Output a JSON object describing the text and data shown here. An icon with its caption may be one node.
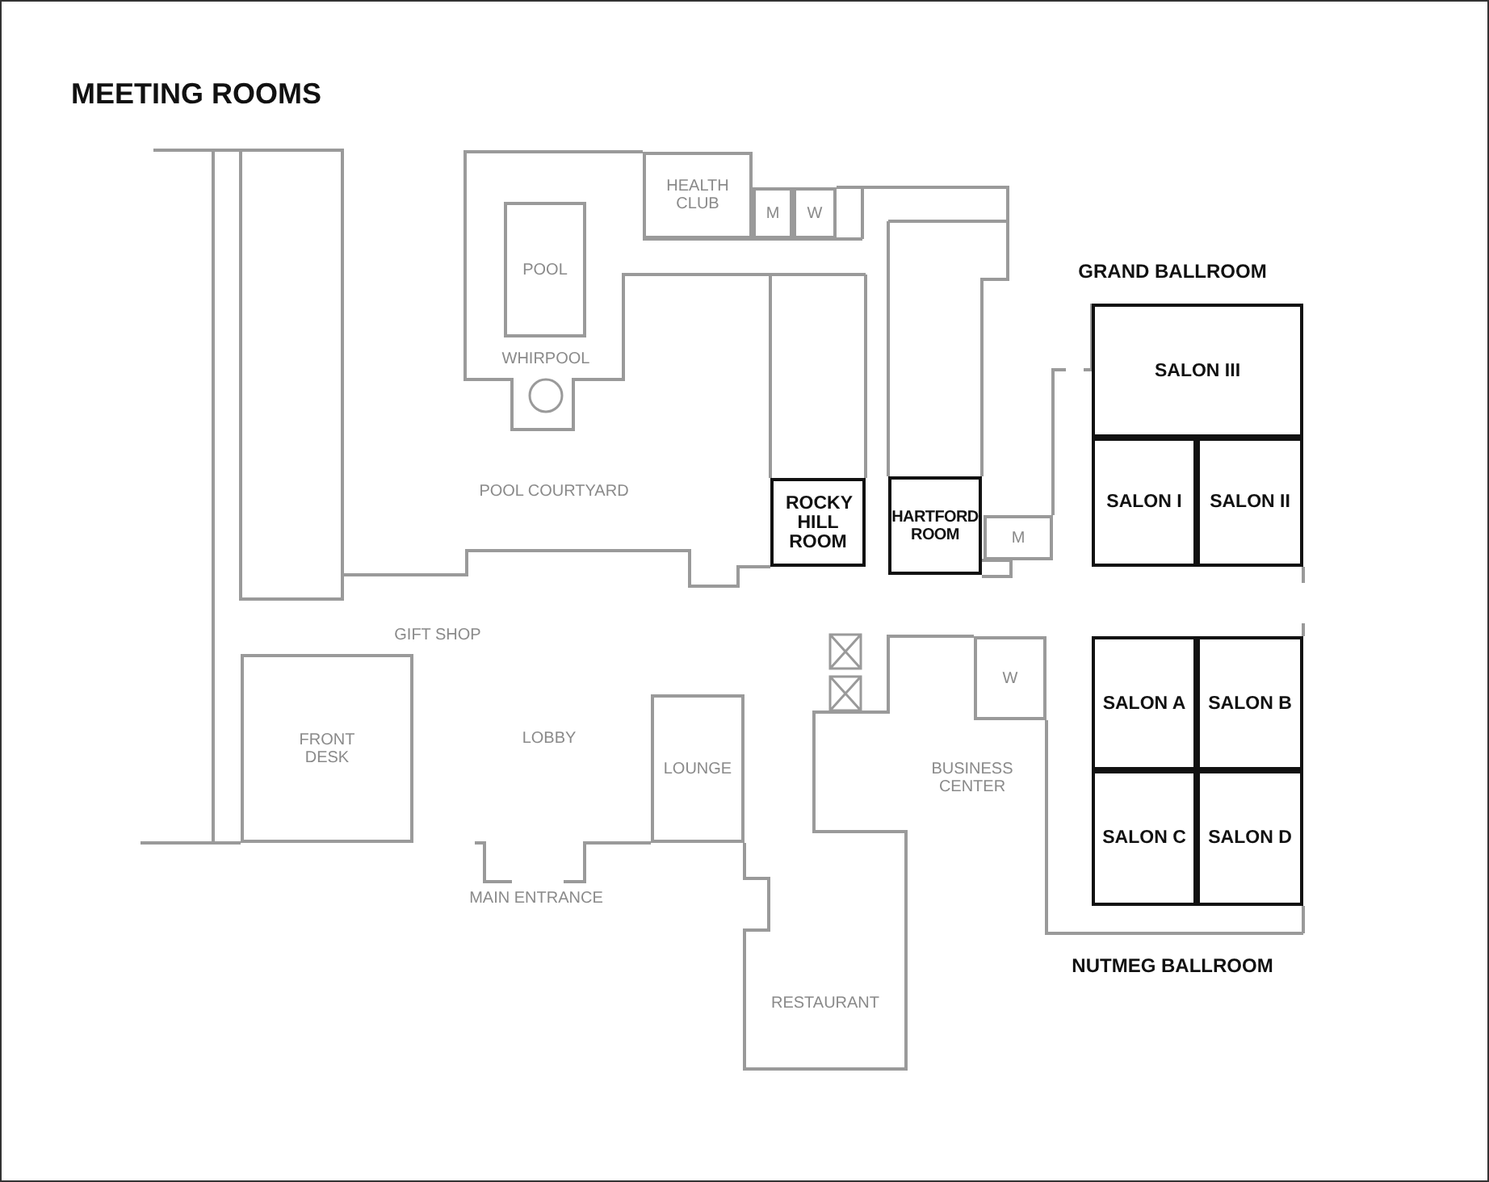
{
  "diagram": {
    "title": "MEETING ROOMS",
    "nodes": [
      {
        "text": [
          "HEALTH CLUB"
        ]
      },
      {
        "text": [
          "M"
        ]
      },
      {
        "text": [
          "W"
        ]
      },
      {
        "text": [
          "POOL"
        ]
      },
      {
        "text": [
          "WHIRPOOL"
        ]
      },
      {
        "text": [
          "ROCKY HILL ROOM"
        ]
      },
      {
        "text": [
          "HARTFORD ROOM"
        ]
      },
      {
        "text": [
          "M"
        ]
      },
      {
        "text": [
          "GRAND BALLROOM"
        ]
      },
      {
        "text": [
          "SALON III"
        ],
        "in": 8
      },
      {
        "text": [
          "SALON I"
        ],
        "in": 8
      },
      {
        "text": [
          "SALON II"
        ],
        "in": 8
      },
      {
        "text": [
          "FRONT DESK"
        ]
      },
      {
        "text": [
          "W"
        ]
      },
      {
        "text": [
          "LOUNGE"
        ]
      },
      {
        "text": [
          "NUTMEG BALLROOM"
        ]
      },
      {
        "text": [
          "SALON A"
        ],
        "in": 15
      },
      {
        "text": [
          "SALON B"
        ],
        "in": 15
      },
      {
        "text": [
          "SALON C"
        ],
        "in": 15
      },
      {
        "text": [
          "SALON D"
        ],
        "in": 15
      }
    ],
    "edges": [],
    "labels": [
      "POOL COURTYARD",
      "GIFT SHOP",
      "LOBBY",
      "MAIN ENTRANCE",
      "BUSINESS CENTER",
      "RESTAURANT"
    ]
  }
}
